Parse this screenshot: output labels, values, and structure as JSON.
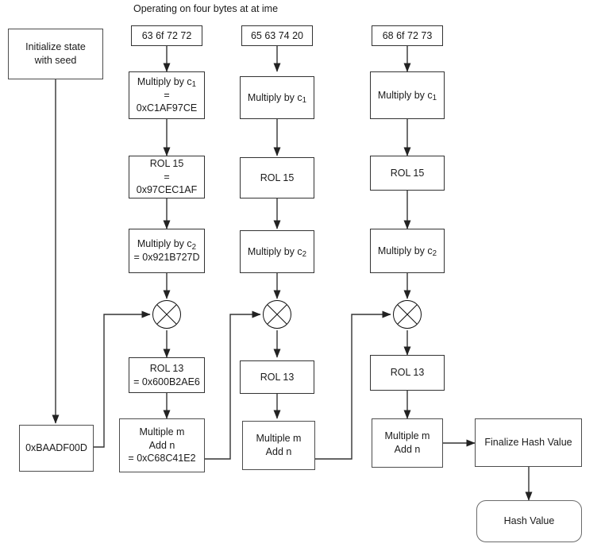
{
  "diagram": {
    "title": "Operating on four bytes at at ime",
    "nodes": {
      "init_state": "Initialize state\nwith seed",
      "seed_value": "0xBAADF00D",
      "finalize": "Finalize Hash Value",
      "hash_value": "Hash Value"
    },
    "columns": [
      {
        "id": "col1",
        "input_bytes": "63 6f 72 72",
        "multiply_c1": "Multiply by c",
        "multiply_c1_sub": "1",
        "multiply_c1_value": "= 0xC1AF97CE",
        "rol15": "ROL 15",
        "rol15_value": "= 0x97CEC1AF",
        "multiply_c2": "Multiply by c",
        "multiply_c2_sub": "2",
        "multiply_c2_value": "= 0x921B727D",
        "xor": "xor-operator",
        "rol13": "ROL 13",
        "rol13_value": "= 0x600B2AE6",
        "mul_add": "Multiple m\nAdd n",
        "mul_add_value": "= 0xC68C41E2"
      },
      {
        "id": "col2",
        "input_bytes": "65 63 74 20",
        "multiply_c1": "Multiply by c",
        "multiply_c1_sub": "1",
        "multiply_c1_value": "",
        "rol15": "ROL 15",
        "rol15_value": "",
        "multiply_c2": "Multiply by c",
        "multiply_c2_sub": "2",
        "multiply_c2_value": "",
        "xor": "xor-operator",
        "rol13": "ROL 13",
        "rol13_value": "",
        "mul_add": "Multiple m\nAdd n",
        "mul_add_value": ""
      },
      {
        "id": "col3",
        "input_bytes": "68 6f 72 73",
        "multiply_c1": "Multiply by c",
        "multiply_c1_sub": "1",
        "multiply_c1_value": "",
        "rol15": "ROL 15",
        "rol15_value": "",
        "multiply_c2": "Multiply by c",
        "multiply_c2_sub": "2",
        "multiply_c2_value": "",
        "xor": "xor-operator",
        "rol13": "ROL 13",
        "rol13_value": "",
        "mul_add": "Multiple m\nAdd n",
        "mul_add_value": ""
      }
    ],
    "colors": {
      "box_border": "#4d4d4d",
      "line": "#333333",
      "text": "#1a1a1a",
      "background": "#ffffff"
    }
  }
}
